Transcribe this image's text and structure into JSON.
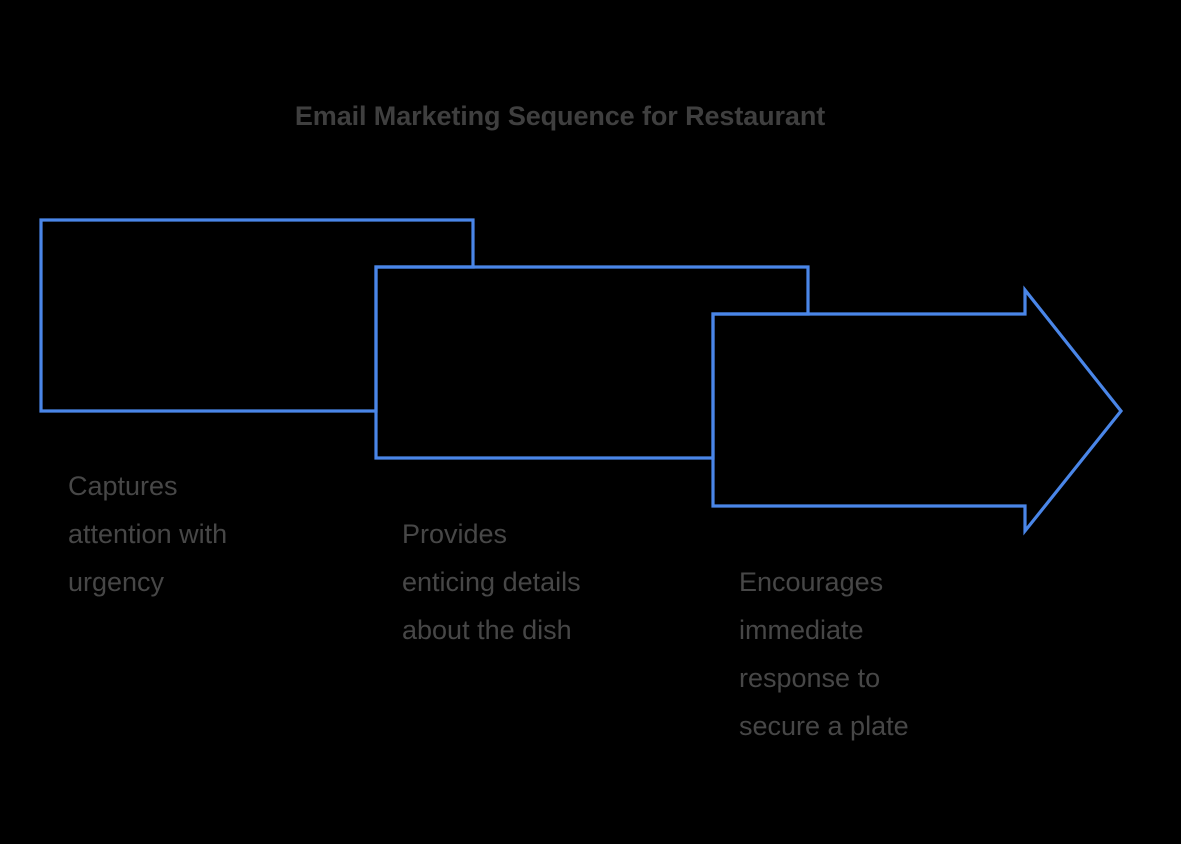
{
  "background_color": "#000000",
  "title": {
    "text": "Email Marketing Sequence for Restaurant",
    "color": "#3f3f3f"
  },
  "accent_color": "#4a86e8",
  "caption_color": "#474747",
  "chart_data": {
    "type": "diagram",
    "subtype": "chevron-process-arrow",
    "title": "Email Marketing Sequence for Restaurant",
    "orientation": "horizontal-left-to-right",
    "stroke_color": "#4a86e8",
    "fill": "none",
    "step_count": 3,
    "steps": [
      {
        "index": 1,
        "shape": "chevron-start",
        "caption_lines": [
          "Captures",
          "attention with",
          "urgency"
        ],
        "caption": "Captures attention with urgency"
      },
      {
        "index": 2,
        "shape": "chevron-middle",
        "caption_lines": [
          "Provides",
          "enticing details",
          "about the dish"
        ],
        "caption": "Provides enticing details about the dish"
      },
      {
        "index": 3,
        "shape": "arrow-end",
        "caption_lines": [
          "Encourages",
          "immediate",
          "response to",
          "secure a plate"
        ],
        "caption": "Encourages immediate response to secure a plate"
      }
    ]
  },
  "steps": {
    "step1": {
      "line1": "Captures",
      "line2": "attention with",
      "line3": "urgency"
    },
    "step2": {
      "line1": "Provides",
      "line2": "enticing details",
      "line3": "about the dish"
    },
    "step3": {
      "line1": "Encourages",
      "line2": "immediate",
      "line3": "response to",
      "line4": "secure a plate"
    }
  }
}
